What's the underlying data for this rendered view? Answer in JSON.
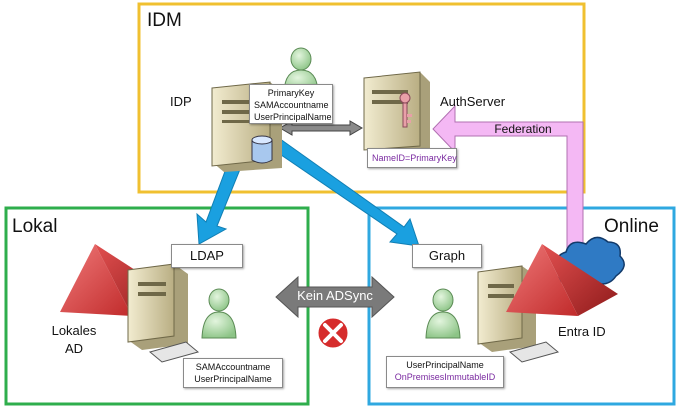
{
  "regions": {
    "idm": {
      "title": "IDM",
      "color": "#f0c030"
    },
    "lokal": {
      "title": "Lokal",
      "color": "#2fae4c"
    },
    "online": {
      "title": "Online",
      "color": "#2fa8e0"
    }
  },
  "nodes": {
    "idp": {
      "label": "IDP"
    },
    "authserver": {
      "label": "AuthServer"
    },
    "lokales_ad": {
      "label_line1": "Lokales",
      "label_line2": "AD"
    },
    "entra_id": {
      "label": "Entra ID"
    }
  },
  "boxes": {
    "idp_attributes": [
      "PrimaryKey",
      "SAMAccountname",
      "UserPrincipalName"
    ],
    "auth_nameid": "NameID=PrimaryKey",
    "ldap": "LDAP",
    "graph": "Graph",
    "ad_attributes": [
      "SAMAccountname",
      "UserPrincipalName"
    ],
    "entra_attr_upn": "UserPrincipalName",
    "entra_attr_immutable": "OnPremisesImmutableID"
  },
  "connections": {
    "federation": "Federation",
    "kein_adsync": "Kein ADSync"
  },
  "colors": {
    "flow_arrow": "#1aa0e0",
    "federation_arrow": "#f4b8f4",
    "adsync_arrow": "#777777",
    "pyramid": "#e04848",
    "person": "#b6e0b0",
    "server": "#d8cfa8",
    "cloud": "#1f6ab8",
    "error_icon": "#d62c2c"
  },
  "icons": [
    "server-icon",
    "user-icon",
    "database-icon",
    "key-icon",
    "pyramid-icon",
    "cloud-icon",
    "error-icon",
    "keyboard-icon"
  ]
}
